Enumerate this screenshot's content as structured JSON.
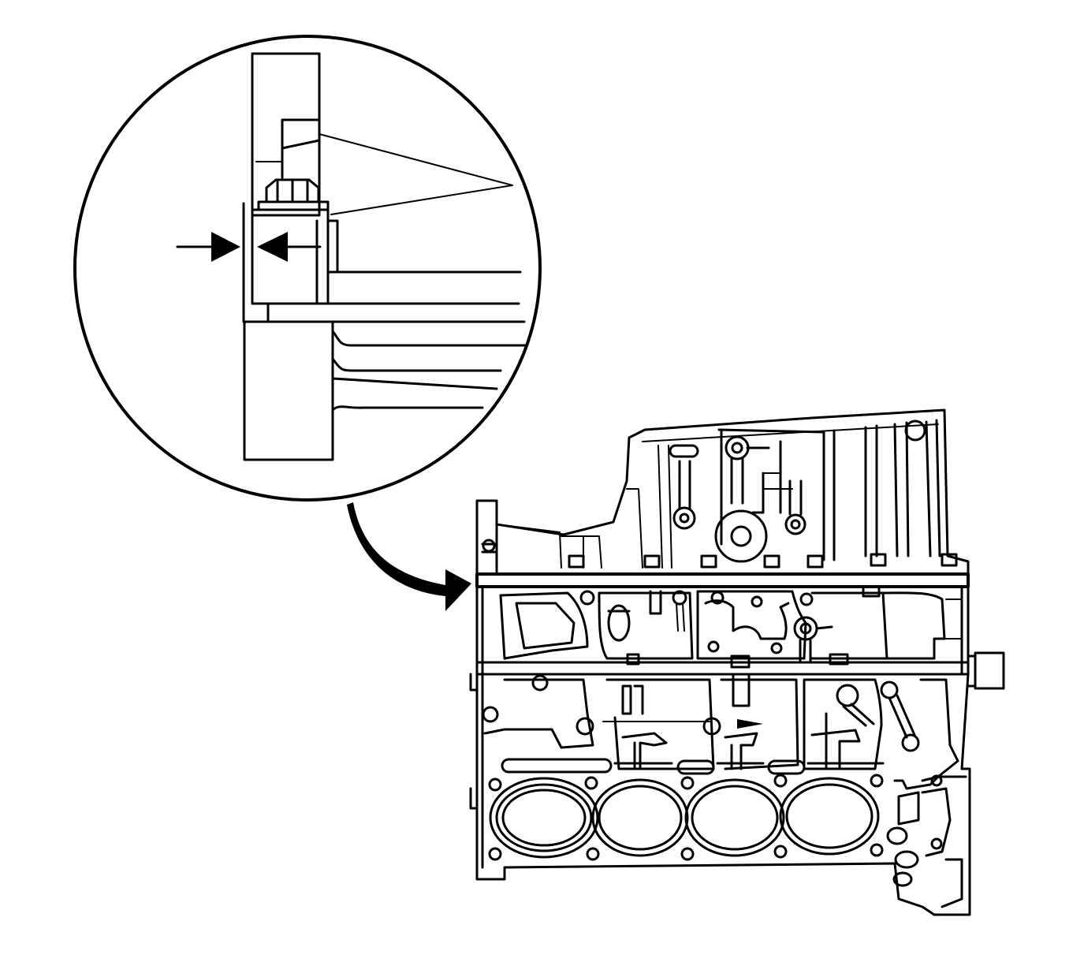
{
  "figure": {
    "background": "#ffffff",
    "line_color": "#000000",
    "has_text": false,
    "parts": [
      {
        "name": "detail-magnifier-circle"
      },
      {
        "name": "engine-block-front-view"
      },
      {
        "name": "callout-arrow"
      },
      {
        "name": "clearance-dimension-arrows"
      }
    ]
  }
}
